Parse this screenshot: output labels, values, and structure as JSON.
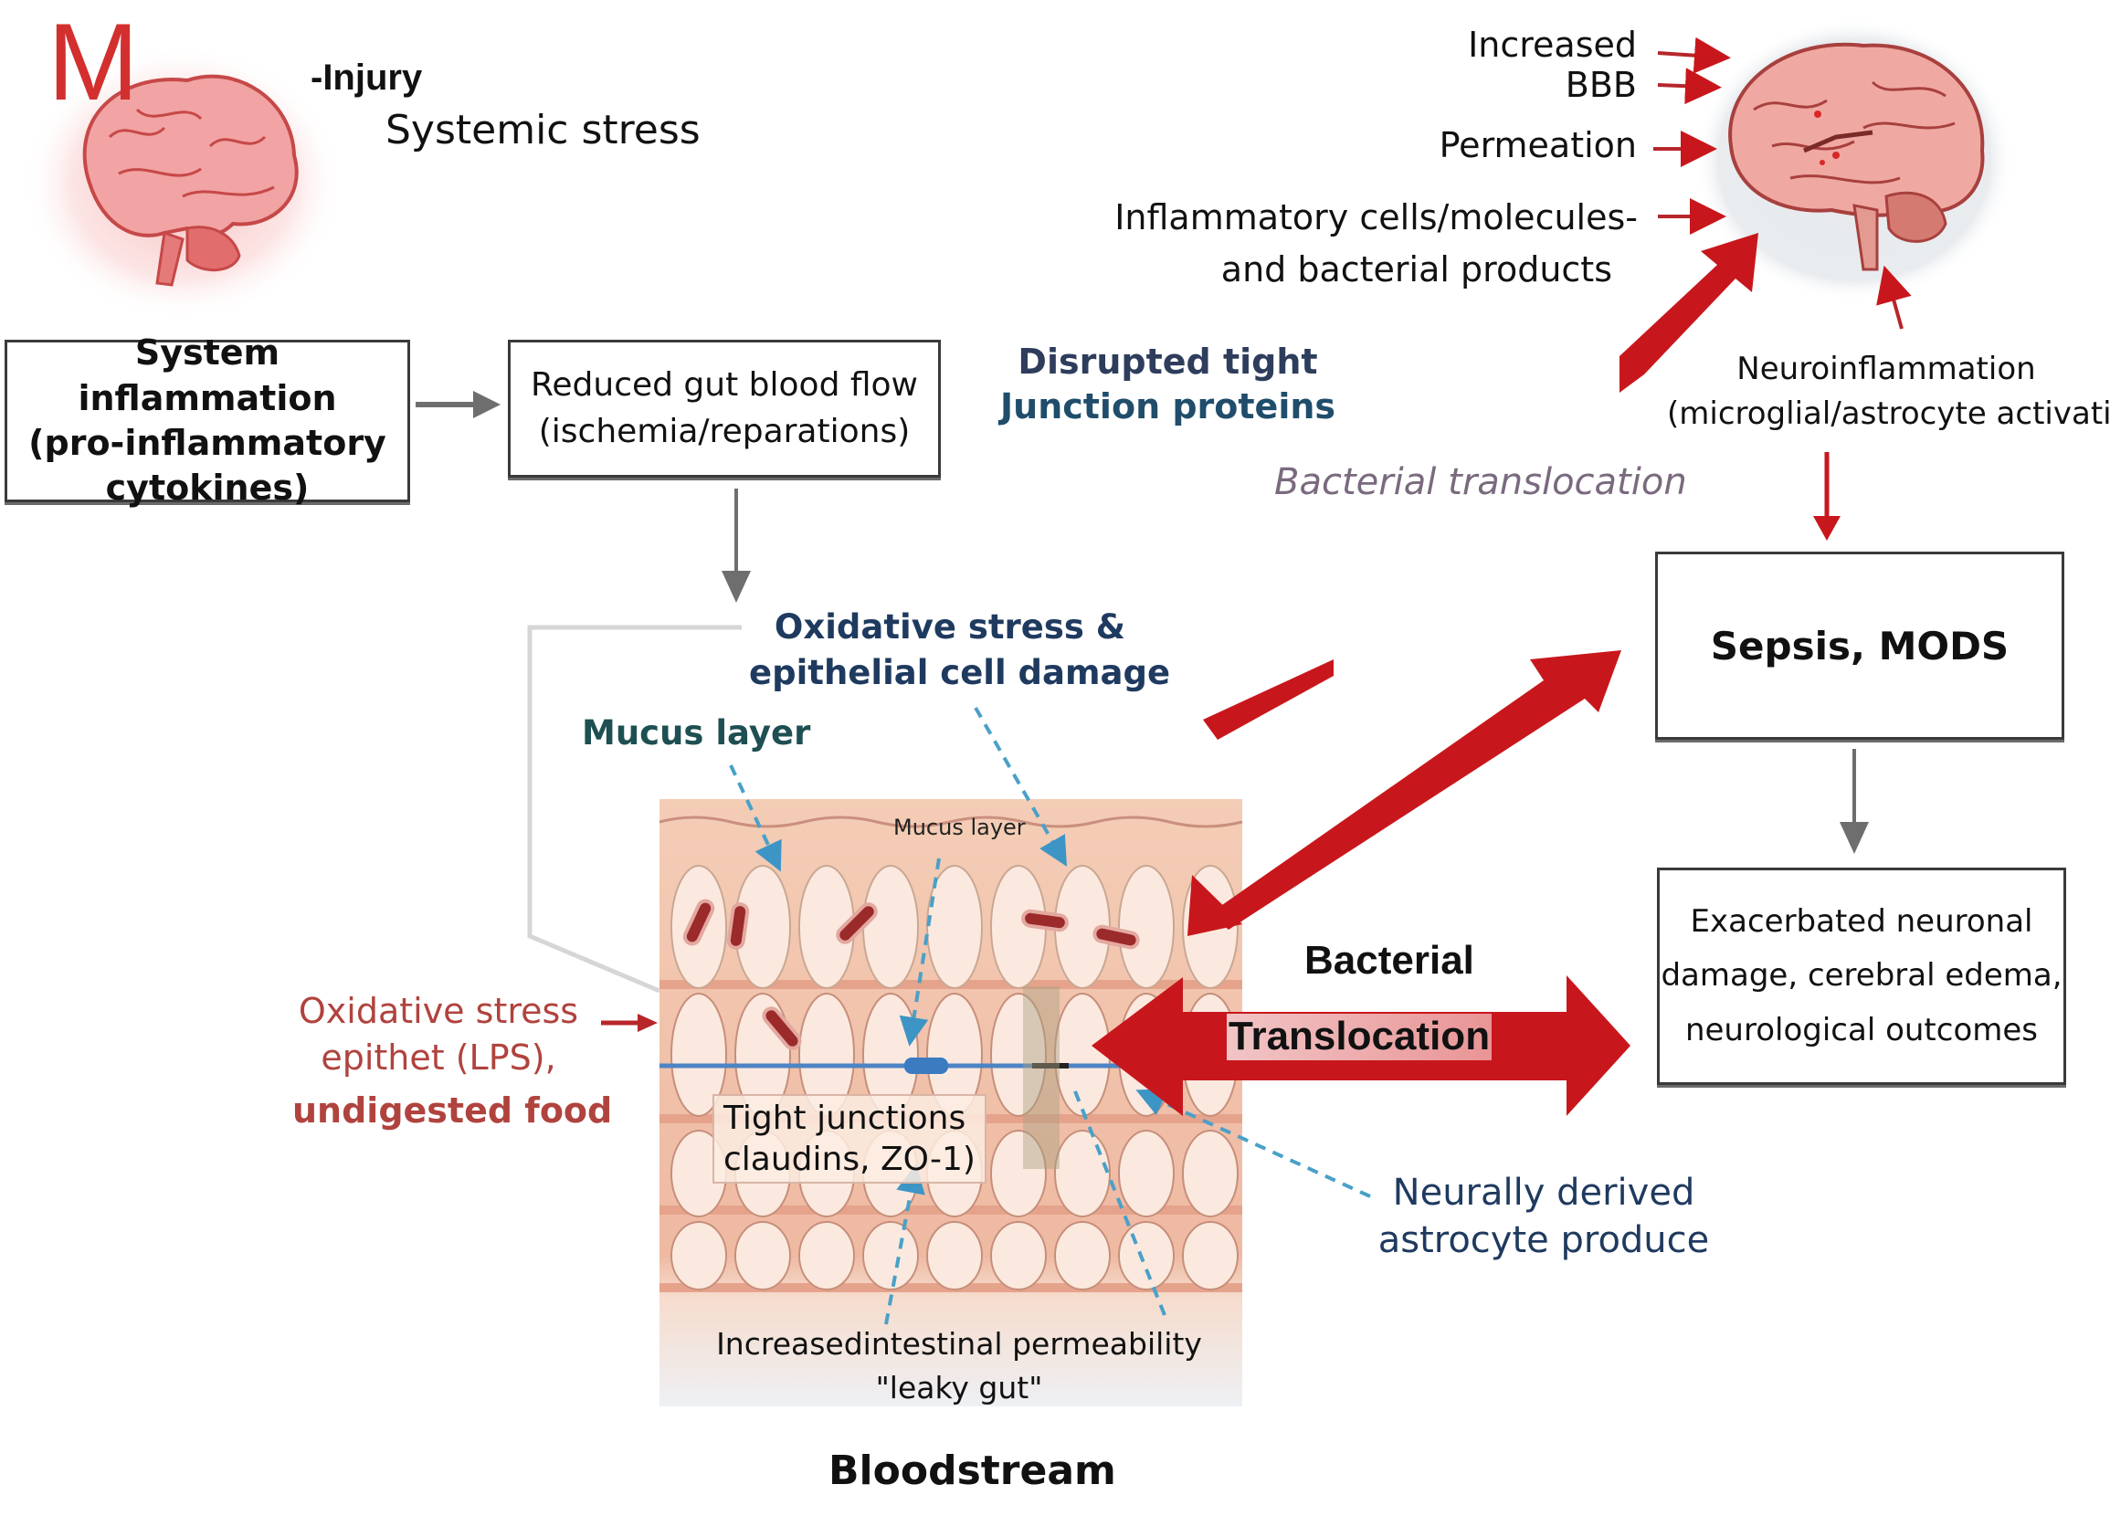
{
  "figure": {
    "panel_letter": "M",
    "top_left": {
      "injury": "-Injury",
      "systemic_stress": "Systemic stress"
    },
    "boxes": {
      "system_inflammation": [
        "System inflammation",
        "(pro-inflammatory",
        "cytokines)"
      ],
      "reduced_gut_blood_flow": [
        "Reduced gut blood flow",
        "(ischemia/reparations)"
      ],
      "sepsis_mods": [
        "Sepsis, MODS"
      ],
      "exacerbated": [
        "Exacerbated neuronal",
        "damage, cerebral edema,",
        "neurological outcomes"
      ]
    },
    "labels": {
      "disrupted_tight": [
        "Disrupted tight",
        "Junction proteins"
      ],
      "bacterial_translocation_italic": "Bacterial  translocation",
      "oxidative_epithelial": [
        "Oxidative stress &",
        "epithelial cell  damage"
      ],
      "mucus_layer_bold": "Mucus  layer",
      "mucus_layer_inner": "Mucus  layer",
      "oxidative_left": [
        "Oxidative stress",
        "epithet (LPS),",
        "undigested food"
      ],
      "tight_junctions": [
        "Tight junctions",
        "claudins, ZO-1)"
      ],
      "bacterial": "Bacterial",
      "translocation": "Translocation",
      "neurally_derived": [
        "Neurally  derived",
        "astrocyte  produce"
      ],
      "increased_permeability": [
        "Increasedintestinal permeability",
        "\"leaky gut\""
      ],
      "bloodstream": "Bloodstream"
    },
    "brain_right": {
      "increased": "Increased",
      "bbb": "BBB",
      "permeation": "Permeation",
      "inflammatory": "Inflammatory cells/molecules-",
      "bacterial_products": "and bacterial  products",
      "neuroinflammation": "Neuroinflammation",
      "activation": "(microglial/astrocyte activation)"
    },
    "colors": {
      "accent_red": "#c8171c",
      "panel_letter": "#d32f2f",
      "dark_blue": "#2b3f5f",
      "teal": "#1e4f52",
      "muted_red_text": "#b0433e",
      "italic_gray": "#7a6a7e",
      "connector_gray": "#6e6e6e",
      "dashed_blue": "#4aa0c8"
    }
  }
}
